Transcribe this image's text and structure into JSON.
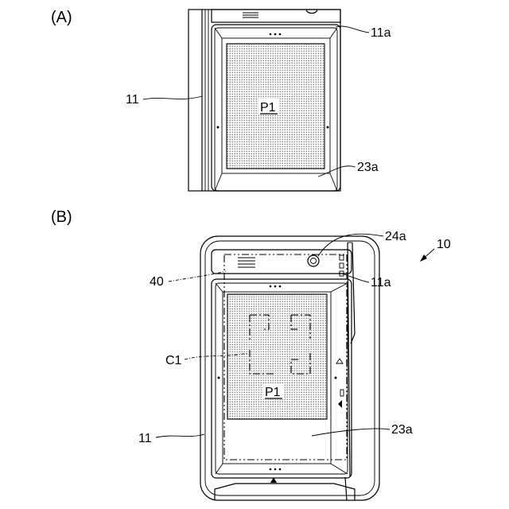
{
  "panel_a": {
    "title": "(A)",
    "labels": {
      "housing": "11",
      "frame": "11a",
      "screen_content": "P1",
      "area": "23a"
    }
  },
  "panel_b": {
    "title": "(B)",
    "labels": {
      "device": "10",
      "camera": "24a",
      "frame": "11a",
      "capture_range": "40",
      "region": "C1",
      "screen_content": "P1",
      "housing": "11",
      "area": "23a"
    }
  }
}
